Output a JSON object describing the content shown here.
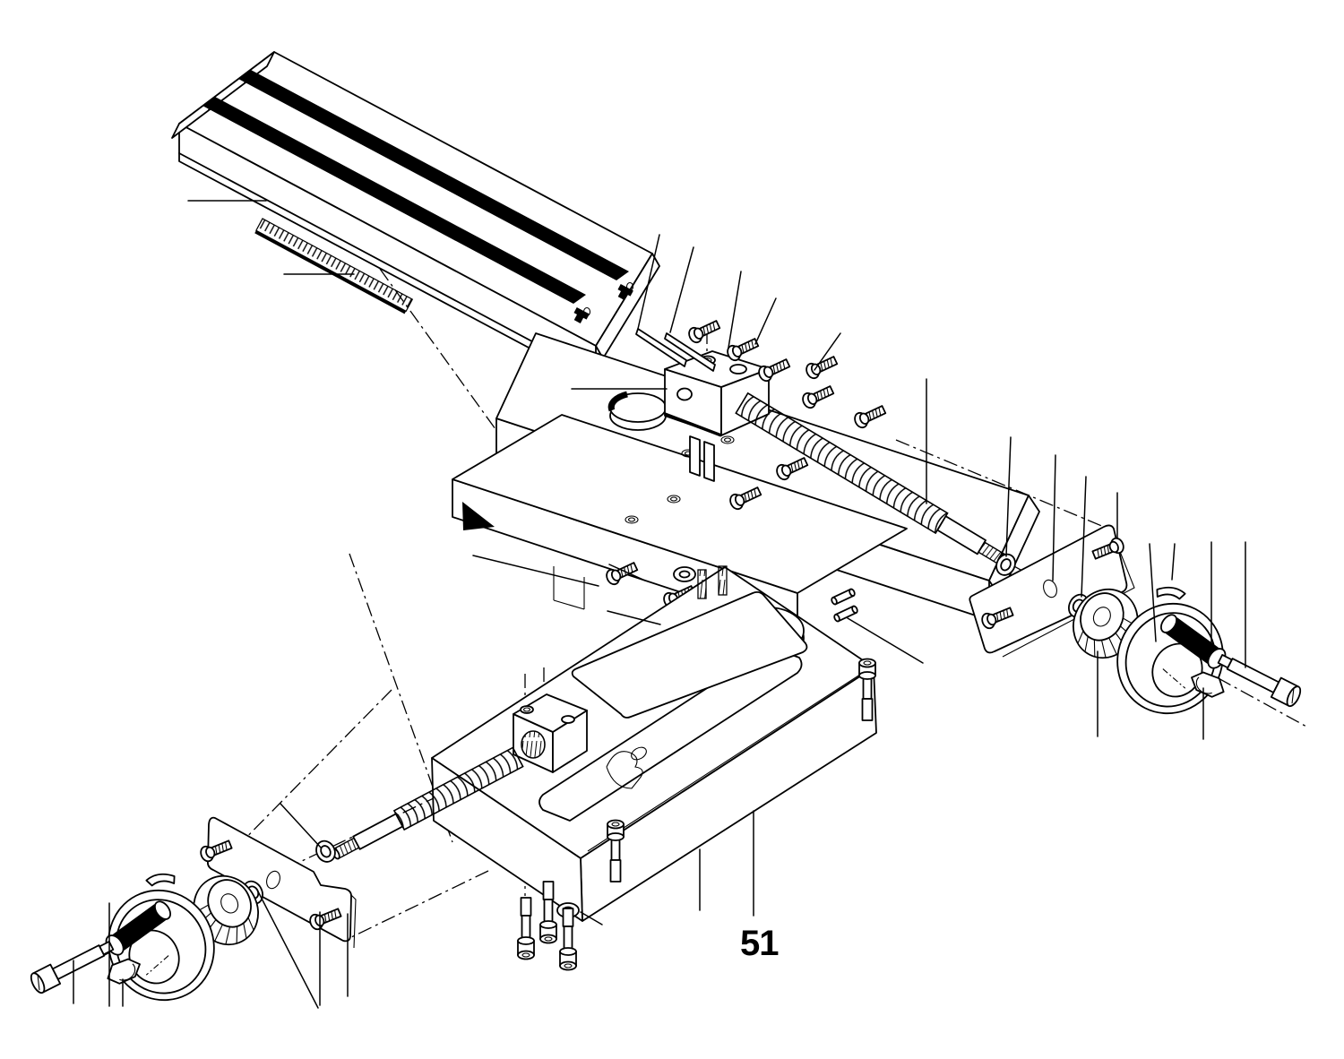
{
  "figure": {
    "label": "51",
    "type": "exploded-parts-diagram",
    "subject": "compound cross-slide table assembly"
  },
  "colors": {
    "ink": "#000000",
    "background": "#ffffff"
  }
}
